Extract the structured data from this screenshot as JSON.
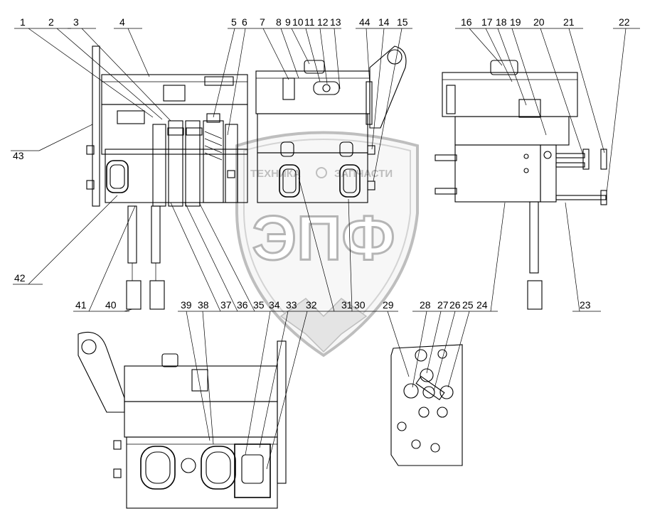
{
  "labels": {
    "top_left": [
      "1",
      "2",
      "3",
      "4"
    ],
    "top_mid": [
      "5",
      "6",
      "7",
      "8",
      "9",
      "10",
      "11",
      "12",
      "13",
      "44",
      "14",
      "15"
    ],
    "top_right": [
      "16",
      "17",
      "18",
      "19",
      "20",
      "21",
      "22"
    ],
    "left": [
      "43",
      "42",
      "41",
      "40"
    ],
    "bottom_mid": [
      "39",
      "38",
      "37",
      "36",
      "35",
      "34",
      "33",
      "32",
      "31",
      "30",
      "29"
    ],
    "bottom_right": [
      "28",
      "27",
      "26",
      "25",
      "24",
      "23"
    ]
  },
  "watermark": {
    "line1_left": "ТЕХНИКА",
    "line1_right": "ЗАПЧАСТИ",
    "big": "ЭПФ"
  },
  "colors": {
    "line": "#000000",
    "watermark": "#9a9a9a"
  }
}
